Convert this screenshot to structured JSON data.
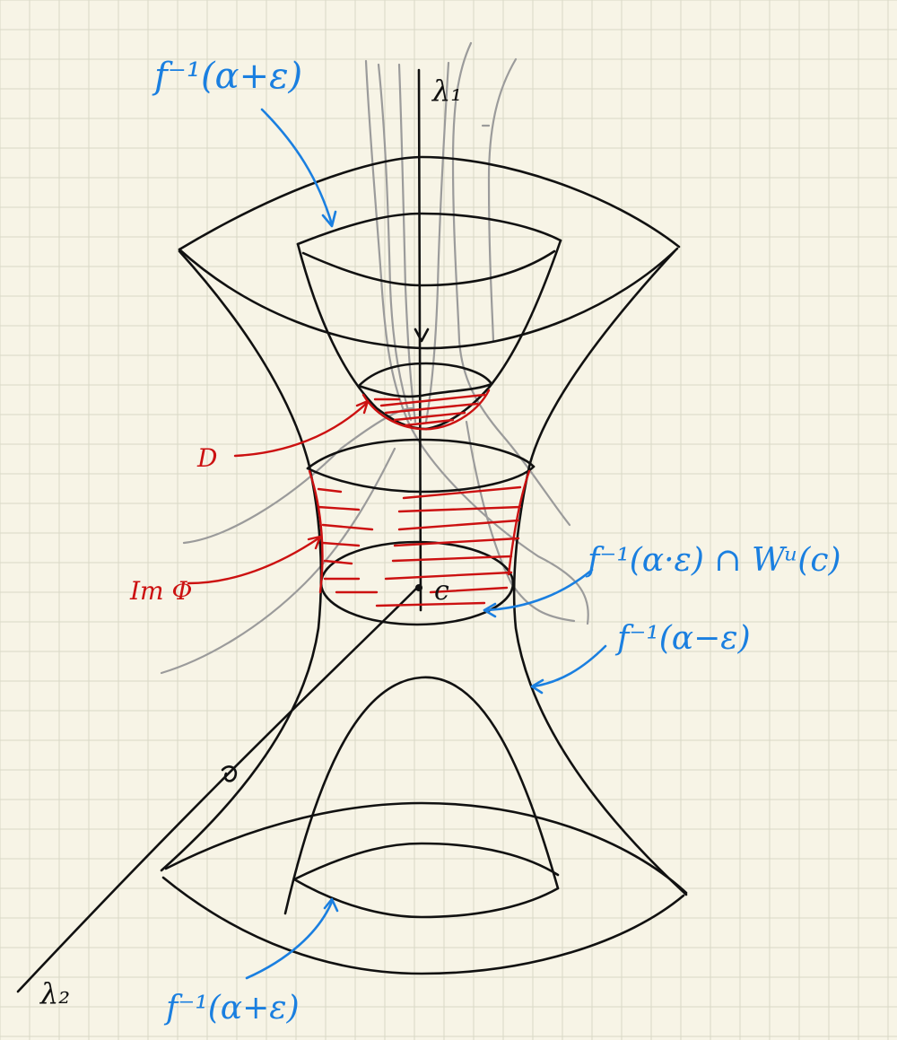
{
  "labels": {
    "lambda1": "λ₁",
    "lambda2": "λ₂",
    "top_level": "f⁻¹(α+ε)",
    "bottom_level": "f⁻¹(α+ε)",
    "lower_level": "f⁻¹(α−ε)",
    "intersection": "f⁻¹(α·ε) ∩ Wᵘ(c)",
    "disk": "D",
    "image_phi": "Im Φ",
    "critical_point": "c"
  },
  "colors": {
    "paper": "#f7f4e6",
    "grid": "#d9d8c6",
    "ink": "#111111",
    "flow": "#9b9b9b",
    "blue": "#1a7fe0",
    "red": "#cc1111"
  }
}
